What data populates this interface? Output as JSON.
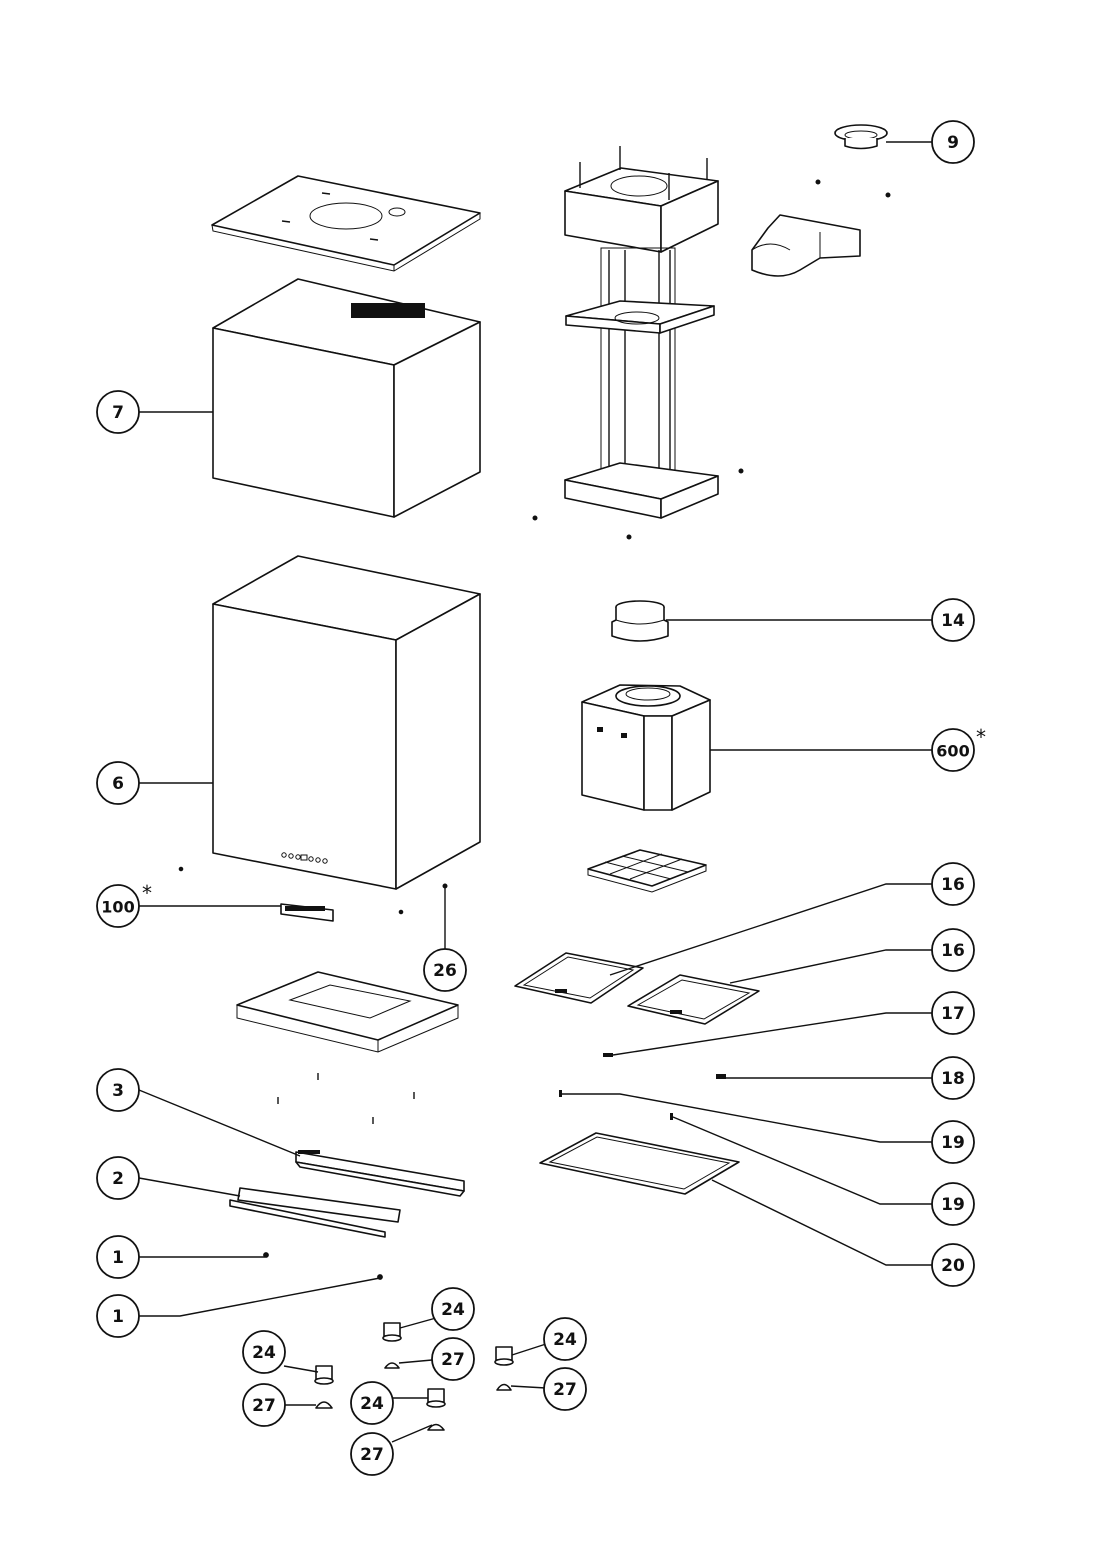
{
  "callouts": {
    "c9": "9",
    "c7": "7",
    "c14": "14",
    "c600": "600",
    "c6": "6",
    "c100": "100",
    "c26": "26",
    "c16a": "16",
    "c16b": "16",
    "c17": "17",
    "c18": "18",
    "c3": "3",
    "c19a": "19",
    "c19b": "19",
    "c2": "2",
    "c20": "20",
    "c1a": "1",
    "c1b": "1",
    "c24a": "24",
    "c24b": "24",
    "c24c": "24",
    "c24d": "24",
    "c27a": "27",
    "c27b": "27",
    "c27c": "27",
    "c27d": "27"
  },
  "spare_part_marker": "*"
}
